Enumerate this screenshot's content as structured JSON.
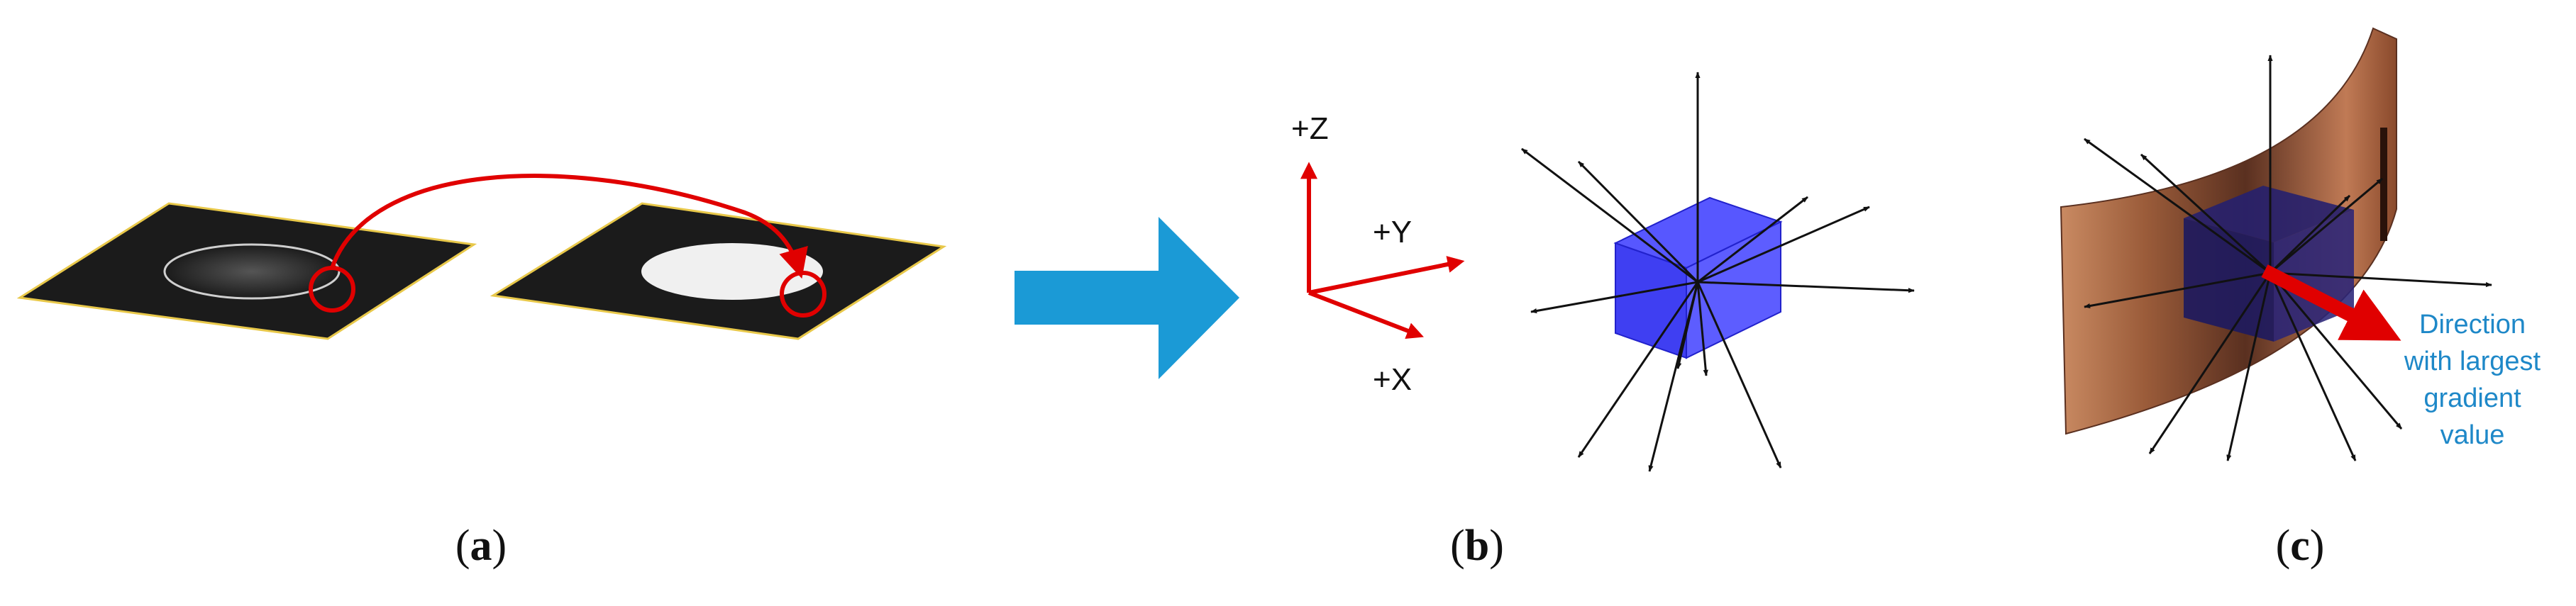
{
  "panels": {
    "a": {
      "label_open": "(",
      "label_letter": "a",
      "label_close": ")"
    },
    "b": {
      "label_open": "(",
      "label_letter": "b",
      "label_close": ")"
    },
    "c": {
      "label_open": "(",
      "label_letter": "c",
      "label_close": ")"
    }
  },
  "axes": {
    "z": "+Z",
    "y": "+Y",
    "x": "+X"
  },
  "annotation": {
    "line1": "Direction",
    "line2": "with largest",
    "line3": "gradient",
    "line4": "value"
  },
  "colors": {
    "slice": "#1b1b1b",
    "slice_border": "#e8c84a",
    "highlight": "#e00000",
    "big_arrow": "#1b9ad6",
    "cube": "#2929ff",
    "axis_arrow": "#e00000",
    "annotation_text": "#1e88c8",
    "surface": "#c07a55"
  }
}
